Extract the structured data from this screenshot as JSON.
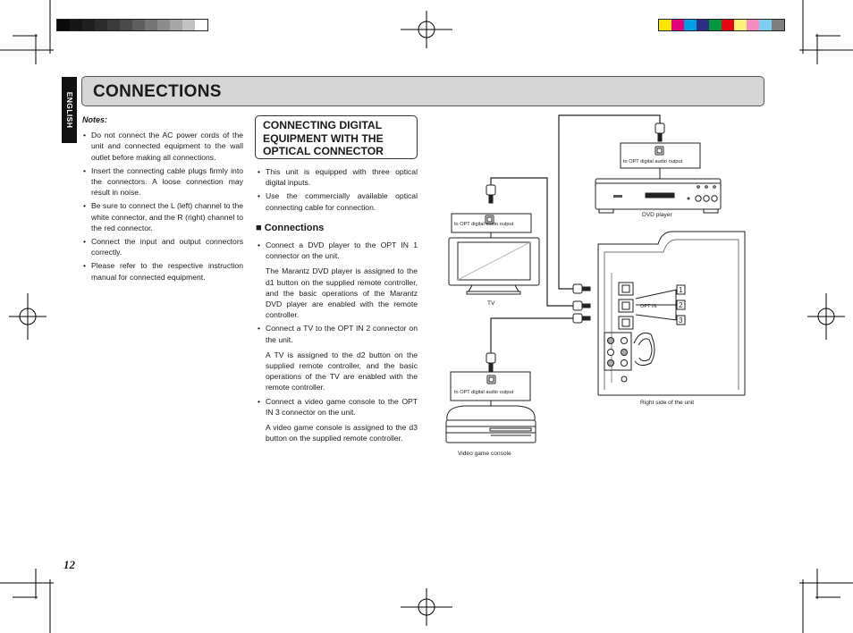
{
  "header": {
    "language_tab": "ENGLISH",
    "title": "CONNECTIONS"
  },
  "notes": {
    "heading": "Notes:",
    "items": [
      "Do not connect the AC power cords of the unit and connected equipment to the wall outlet before making all connections.",
      "Insert the connecting cable plugs firmly into the connectors. A loose connection may result in noise.",
      "Be sure to connect the L (left) channel to the white connector, and the R (right) channel to the red connector.",
      "Connect the input and output connectors correctly.",
      "Please refer to the respective instruction manual for connected equipment."
    ]
  },
  "digital": {
    "heading_lines": [
      "CONNECTING DIGITAL",
      "EQUIPMENT WITH THE",
      "OPTICAL CONNECTOR"
    ],
    "intro": [
      "This unit is equipped with three optical digital inputs.",
      "Use the commercially available optical connecting cable for connection."
    ],
    "connections_heading": "Connections",
    "steps": [
      {
        "text": "Connect a DVD player to the OPT IN 1 connector on the unit.",
        "sub": "The Marantz DVD player is assigned to the d1 button on the supplied remote controller, and the basic operations of the Marantz DVD player are enabled with the remote controller."
      },
      {
        "text": "Connect a TV to the OPT IN 2 connector on the unit.",
        "sub": "A TV is assigned to the d2 button on the supplied remote controller, and the basic operations of the TV are enabled with the remote controller."
      },
      {
        "text": "Connect a video game console to the OPT IN 3 connector on the unit.",
        "sub": "A video game console is assigned to the d3 button on the supplied remote controller."
      }
    ]
  },
  "diagram": {
    "dvd_port_label": "to OPT digital audio output",
    "dvd_label": "DVD player",
    "tv_port_label": "to OPT digital audio output",
    "tv_label": "TV",
    "game_port_label": "to OPT digital audio output",
    "game_label": "Video game console",
    "unit_label": "Right side of the unit",
    "opt_in_label": "OPT IN",
    "port_numbers": [
      "1",
      "2",
      "3"
    ]
  },
  "page_number": "12"
}
